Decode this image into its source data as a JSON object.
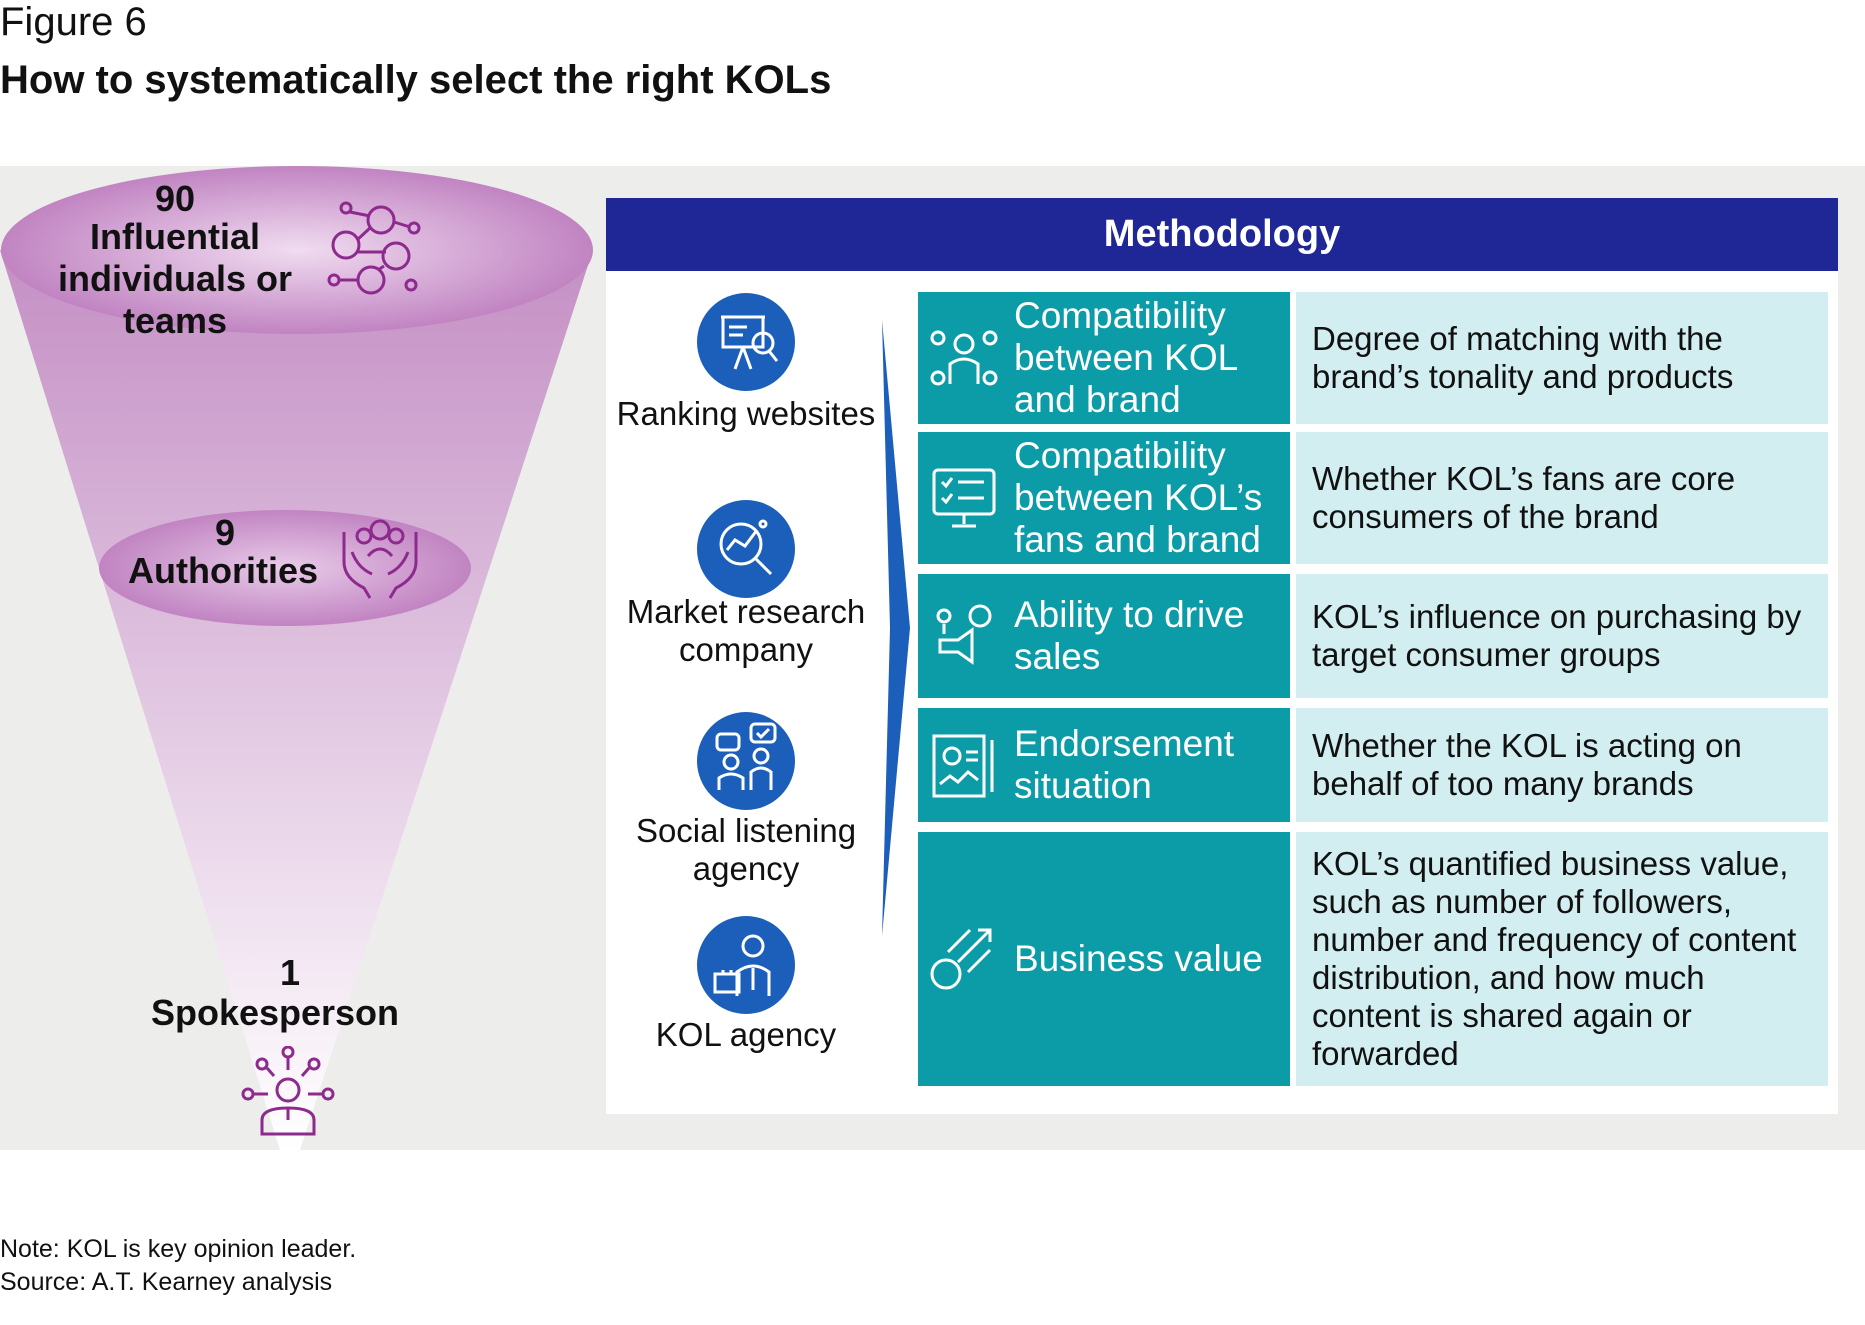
{
  "figure": {
    "label": "Figure 6",
    "title": "How to systematically select the right KOLs"
  },
  "funnel": {
    "stages": [
      {
        "number": "90",
        "label": "Influential individuals or teams",
        "icon": "network-people-icon"
      },
      {
        "number": "9",
        "label": "Authorities",
        "icon": "hands-holding-people-icon"
      },
      {
        "number": "1",
        "label": "Spokesperson",
        "icon": "spokesperson-icon"
      }
    ],
    "colors": {
      "top": "#c48fc4",
      "bottom": "#ffffff",
      "icon": "#8e2a8e"
    }
  },
  "methodology": {
    "title": "Methodology",
    "header_color": "#1f2796",
    "sources": [
      {
        "label": "Ranking websites",
        "icon": "presentation-board-icon"
      },
      {
        "label": "Market research company",
        "icon": "magnifier-chart-icon"
      },
      {
        "label": "Social listening agency",
        "icon": "people-discussion-icon"
      },
      {
        "label": "KOL agency",
        "icon": "businessman-briefcase-icon"
      }
    ],
    "criteria": [
      {
        "name": "Compatibility between KOL and brand",
        "description": "Degree of matching with the brand’s tonality and products",
        "icon": "person-matching-icon"
      },
      {
        "name": "Compatibility between KOL’s fans and brand",
        "description": "Whether KOL’s fans are core consumers of the brand",
        "icon": "monitor-checklist-icon"
      },
      {
        "name": "Ability to drive sales",
        "description": "KOL’s influence on purchasing by target consumer groups",
        "icon": "sales-megaphone-icon"
      },
      {
        "name": "Endorsement situation",
        "description": "Whether the KOL is acting on behalf of too many brands",
        "icon": "report-document-icon"
      },
      {
        "name": "Business value",
        "description": "KOL’s quantified business value, such as number of followers, number and frequency of content distribution, and how much content is shared again or forwarded",
        "icon": "dollar-growth-icon"
      }
    ],
    "colors": {
      "criteria_name_bg": "#0b9ca8",
      "criteria_desc_bg": "#d2eef0",
      "source_icon_bg": "#1c5fba"
    }
  },
  "footer": {
    "note": "Note: KOL is key opinion leader.",
    "source": "Source: A.T. Kearney analysis"
  }
}
